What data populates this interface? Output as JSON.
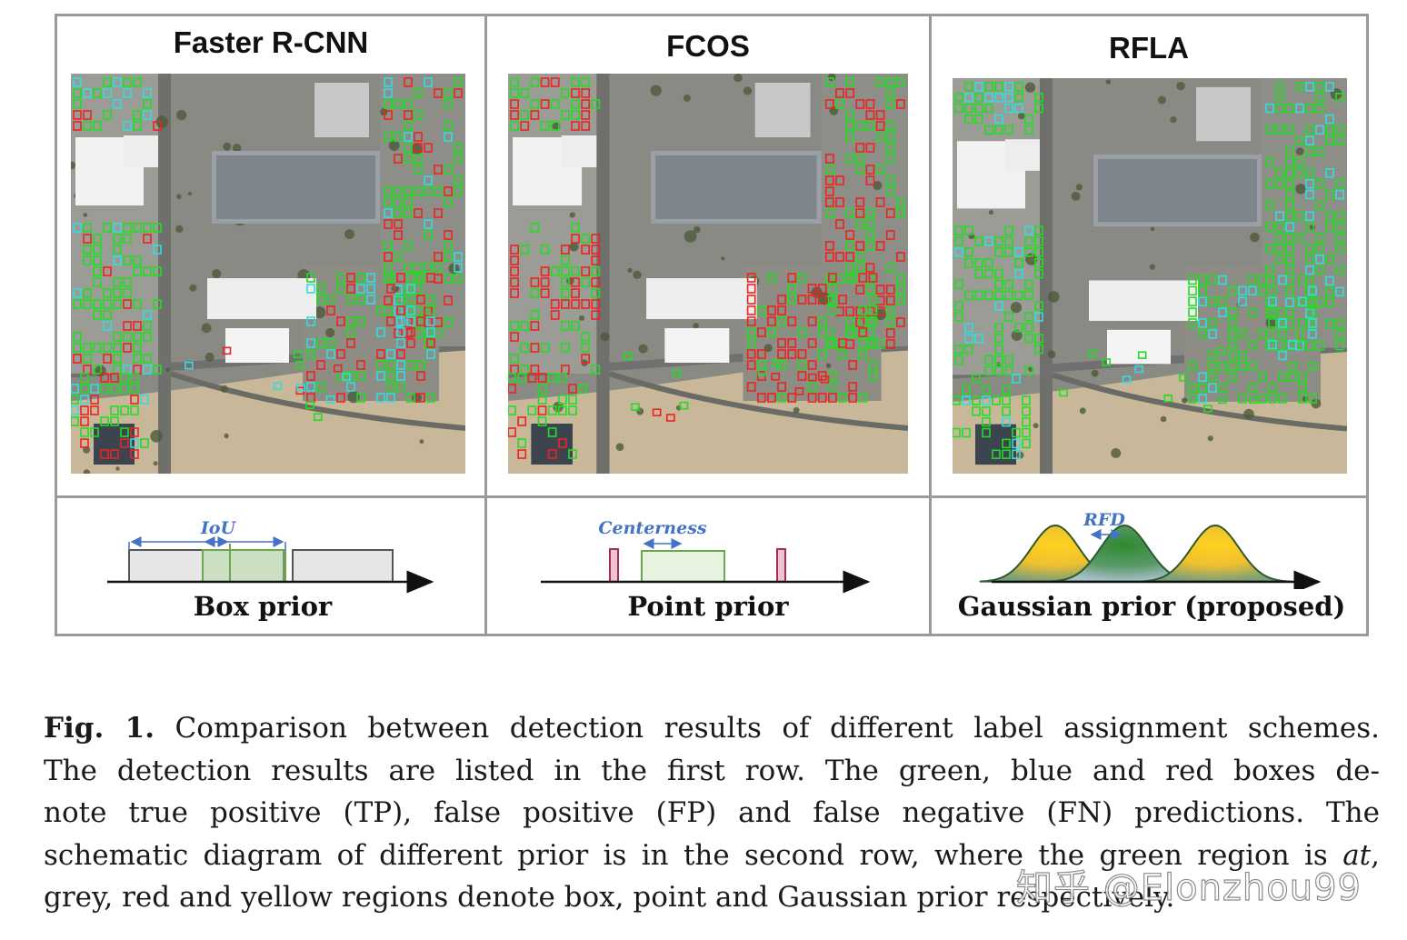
{
  "panels": [
    {
      "title": "Faster R-CNN",
      "prior_label": "Box prior",
      "annotation": "IoU"
    },
    {
      "title": "FCOS",
      "prior_label": "Point prior",
      "annotation": "Centerness"
    },
    {
      "title": "RFLA",
      "prior_label": "Gaussian prior (proposed)",
      "annotation": "RFD"
    }
  ],
  "caption": {
    "label": "Fig. 1.",
    "lines": [
      " Comparison between detection results of different label assignment schemes.",
      "The detection results are listed in the first row. The green, blue and red boxes de-",
      "note true positive (TP), false positive (FP) and false negative (FN) predictions. The",
      "schematic diagram of different prior is in the second row, where the green region is ",
      "grey, red and yellow regions denote box, point and Gaussian prior respectively."
    ],
    "italic_word": "at",
    "after_italic": ","
  },
  "watermark": "知乎 @Elonzhou99",
  "colors": {
    "tp": "#22dd22",
    "fp": "#33dddd",
    "fn": "#ee2222",
    "annotation_blue": "#4472c4",
    "gaussian_yellow": "#f4c430",
    "gaussian_green": "#3d8b3d",
    "border": "#9a9a9a"
  }
}
